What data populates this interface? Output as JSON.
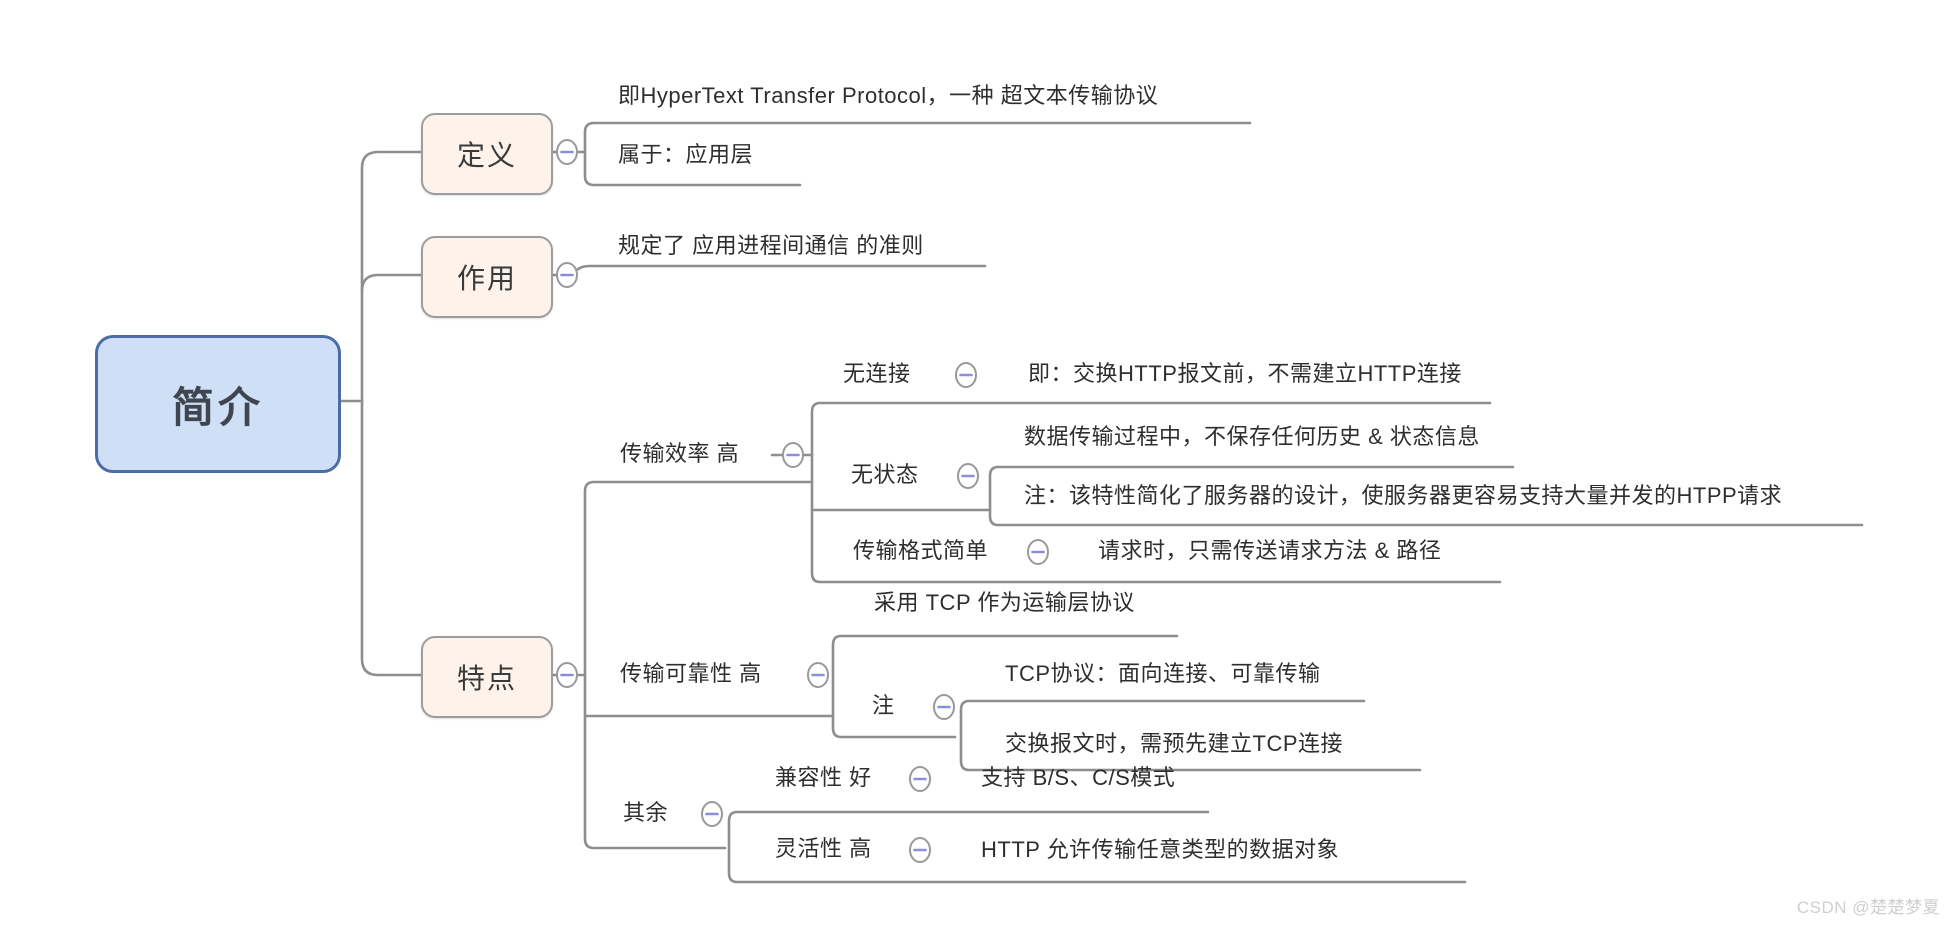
{
  "map": {
    "root_label": "简介",
    "definition": {
      "label": "定义",
      "c1": "即HyperText Transfer Protocol，一种 超文本传输协议",
      "c2": "属于：应用层"
    },
    "function": {
      "label": "作用",
      "c1": "规定了 应用进程间通信 的准则"
    },
    "features": {
      "label": "特点",
      "efficiency": {
        "label": "传输效率 高",
        "connectionless": {
          "label": "无连接",
          "c1": "即：交换HTTP报文前，不需建立HTTP连接"
        },
        "stateless": {
          "label": "无状态",
          "c1": "数据传输过程中，不保存任何历史 & 状态信息",
          "c2": "注：该特性简化了服务器的设计，使服务器更容易支持大量并发的HTPP请求"
        },
        "simple_format": {
          "label": "传输格式简单",
          "c1": "请求时，只需传送请求方法 & 路径"
        }
      },
      "reliability": {
        "label": "传输可靠性 高",
        "c1": "采用 TCP 作为运输层协议",
        "note": {
          "label": "注",
          "c1": "TCP协议：面向连接、可靠传输",
          "c2": "交换报文时，需预先建立TCP连接"
        }
      },
      "others": {
        "label": "其余",
        "compatibility": {
          "label": "兼容性 好",
          "c1": "支持 B/S、C/S模式"
        },
        "flexibility": {
          "label": "灵活性 高",
          "c1": "HTTP 允许传输任意类型的数据对象"
        }
      }
    }
  },
  "watermark": "CSDN @楚楚梦夏",
  "colors": {
    "root_fill": "#cfe0f6",
    "root_border": "#4a6da8",
    "branch_fill": "#fdf3ea",
    "branch_border": "#9d9d9d",
    "line": "#8e8e8e",
    "collapse_minus": "#8b8fd9",
    "text": "#2e2e2e",
    "watermark": "#cfcfcf"
  }
}
